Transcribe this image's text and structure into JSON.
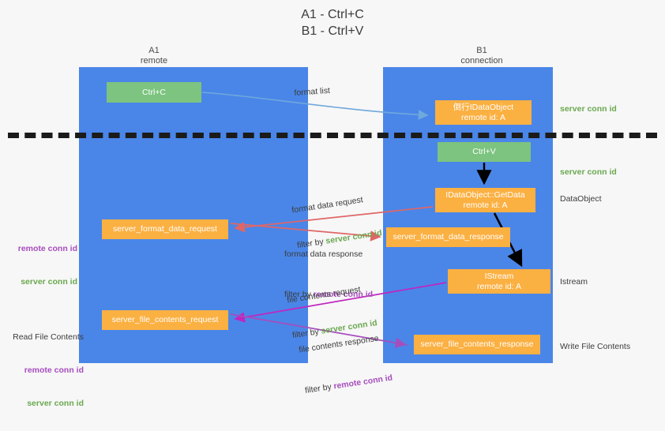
{
  "title": "A1 - Ctrl+C\nB1 - Ctrl+V",
  "lanes": [
    {
      "id": "a1",
      "name": "A1",
      "sub": "remote",
      "header": "A1\nremote"
    },
    {
      "id": "b1",
      "name": "B1",
      "sub": "connection",
      "header": "B1\nconnection"
    }
  ],
  "colors": {
    "lane": "#4a86e8",
    "green_box": "#7cc47f",
    "orange_box": "#fbb042",
    "server_conn": "#6aa84f",
    "remote_conn": "#a64dbd",
    "divider": "#1b1b1b",
    "arrow_blue": "#6fa8dc",
    "arrow_red": "#e06666",
    "arrow_magenta": "#c026c0",
    "arrow_purple": "#a64dbd",
    "arrow_black": "#000000",
    "background": "#f7f7f7"
  },
  "boxes": {
    "ctrl_c": "Ctrl+C",
    "idataobject": "倒行IDataObject\nremote id: A",
    "ctrl_v": "Ctrl+V",
    "getdata": "IDataObject::GetData\nremote id: A",
    "server_format_data_request": "server_format_data_request",
    "server_format_data_response": "server_format_data_response",
    "istream": "IStream\nremote id: A",
    "server_file_contents_request": "server_file_contents_request",
    "server_file_contents_response": "server_file_contents_response"
  },
  "arrow_labels": {
    "format_list": "format list",
    "format_data_request": "format data request",
    "format_data_request_filter_prefix": "filter by ",
    "format_data_request_filter_value": "server conn id",
    "format_data_response": "format data response",
    "format_data_response_filter_prefix": "filter by ",
    "format_data_response_filter_value": "remote conn id",
    "file_contents_request": "file contents request",
    "file_contents_request_filter_prefix": "filter by ",
    "file_contents_request_filter_value": "server conn id",
    "file_contents_response": "file contents response",
    "file_contents_response_filter_prefix": "filter by ",
    "file_contents_response_filter_value": "remote conn id"
  },
  "side_labels": {
    "server_conn_id_top": "server conn id",
    "server_conn_id_second": "server conn id",
    "dataobject": "DataObject",
    "istream": "Istream",
    "write_file_contents": "Write File Contents",
    "read_file_contents": "Read File Contents",
    "remote_conn_id": "remote conn id",
    "server_conn_id": "server conn id"
  }
}
